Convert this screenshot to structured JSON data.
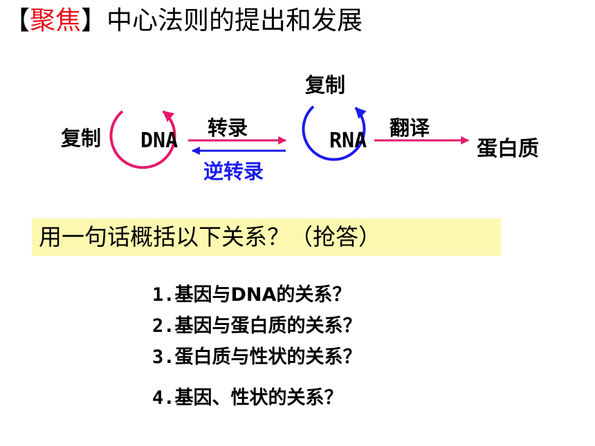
{
  "title": {
    "open_bracket": "【",
    "keyword": "聚焦",
    "close_bracket": "】",
    "text": "中心法则的提出和发展",
    "accent_color": "#e8121c"
  },
  "diagram": {
    "dna_replication_label": "复制",
    "dna_label": "DNA",
    "transcription_label": "转录",
    "reverse_transcription_label": "逆转录",
    "rna_replication_label": "复制",
    "rna_label": "RNA",
    "translation_label": "翻译",
    "protein_label": "蛋白质",
    "colors": {
      "forward": "#e5196b",
      "reverse": "#1a1aee"
    }
  },
  "prompt": {
    "text": "用一句话概括以下关系？（抢答）",
    "background": "#fdf8b0"
  },
  "questions": [
    {
      "num": "1.",
      "text": "基因与DNA的关系？"
    },
    {
      "num": "2.",
      "text": "基因与蛋白质的关系？"
    },
    {
      "num": "3.",
      "text": "蛋白质与性状的关系？"
    },
    {
      "num": "4.",
      "text": "基因、性状的关系？"
    }
  ]
}
